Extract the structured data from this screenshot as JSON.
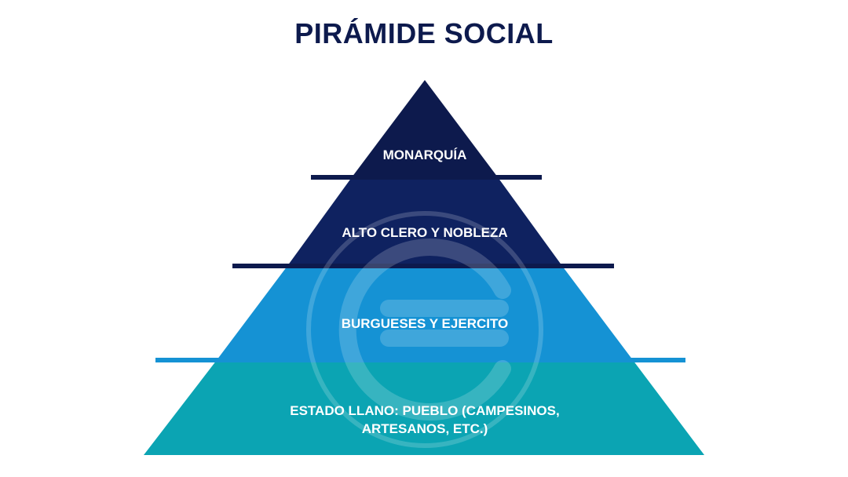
{
  "title": "PIRÁMIDE SOCIAL",
  "levels": [
    {
      "label_lines": [
        "MONARQUÍA"
      ],
      "color": "#0d1a4d"
    },
    {
      "label_lines": [
        "ALTO CLERO Y NOBLEZA"
      ],
      "color": "#0f2260"
    },
    {
      "label_lines": [
        "BURGUESES Y EJERCITO"
      ],
      "color": "#1592d4"
    },
    {
      "label_lines": [
        "ESTADO LLANO: PUEBLO (CAMPESINOS,",
        "ARTESANOS, ETC.)"
      ],
      "color": "#0ba4b3"
    }
  ],
  "divider_colors": [
    "#0d1a4d",
    "#0d1a4d",
    "#1592d4"
  ],
  "watermark": "circle-c-logo-icon"
}
